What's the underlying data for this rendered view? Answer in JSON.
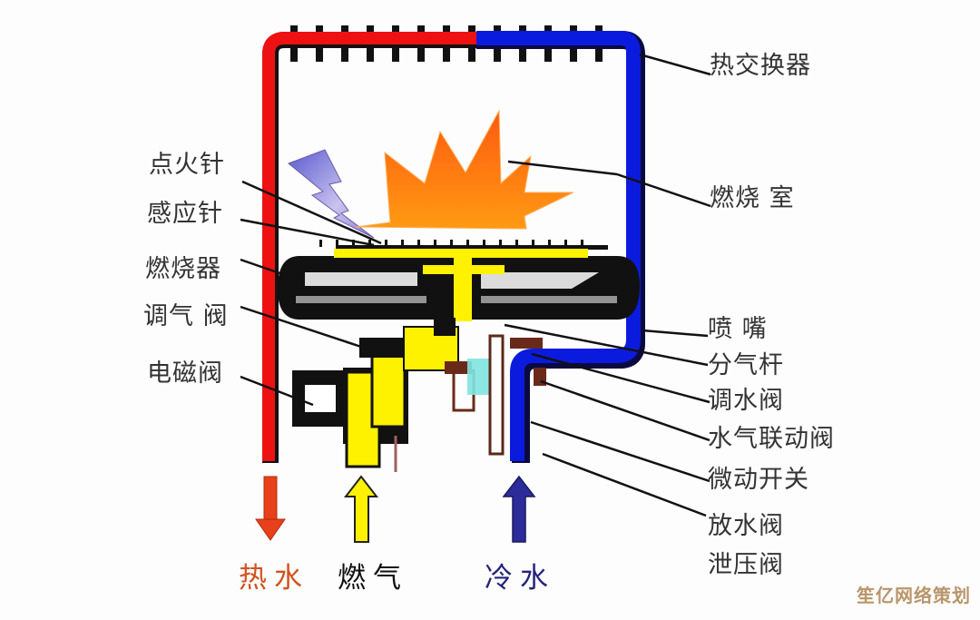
{
  "diagram": {
    "colors": {
      "hot_water": "#ee1111",
      "cold_water": "#0b1bdd",
      "gas": "#fff200",
      "flame": "#ff8a10",
      "spark": "#8f8fd8",
      "outline": "#111111",
      "label_text": "#333333",
      "hot_label": "#d2521e",
      "gas_label": "#111111",
      "cold_label": "#23237a",
      "watermark": "#b9956a"
    },
    "left_labels": [
      {
        "id": "ignition-needle",
        "text": "点火针"
      },
      {
        "id": "sensing-needle",
        "text": "感应针"
      },
      {
        "id": "burner",
        "text": "燃烧器"
      },
      {
        "id": "gas-regulating-valve",
        "text": "调气 阀"
      },
      {
        "id": "solenoid-valve",
        "text": "电磁阀"
      }
    ],
    "right_labels": [
      {
        "id": "heat-exchanger",
        "text": "热交换器"
      },
      {
        "id": "combustion-chamber",
        "text": "燃烧 室"
      },
      {
        "id": "nozzle",
        "text": "喷 嘴"
      },
      {
        "id": "gas-distribution-rod",
        "text": "分气杆"
      },
      {
        "id": "water-regulating-valve",
        "text": "调水阀"
      },
      {
        "id": "water-gas-linkage-valve",
        "text": "水气联动阀"
      },
      {
        "id": "micro-switch",
        "text": "微动开关"
      },
      {
        "id": "drain-valve",
        "text": "放水阀"
      },
      {
        "id": "pressure-relief-valve",
        "text": "泄压阀"
      }
    ],
    "flows": [
      {
        "id": "hot-water",
        "text": "热水",
        "direction": "out"
      },
      {
        "id": "gas",
        "text": "燃气",
        "direction": "in"
      },
      {
        "id": "cold-water",
        "text": "冷水",
        "direction": "in"
      }
    ],
    "watermark": "笙亿网络策划"
  }
}
